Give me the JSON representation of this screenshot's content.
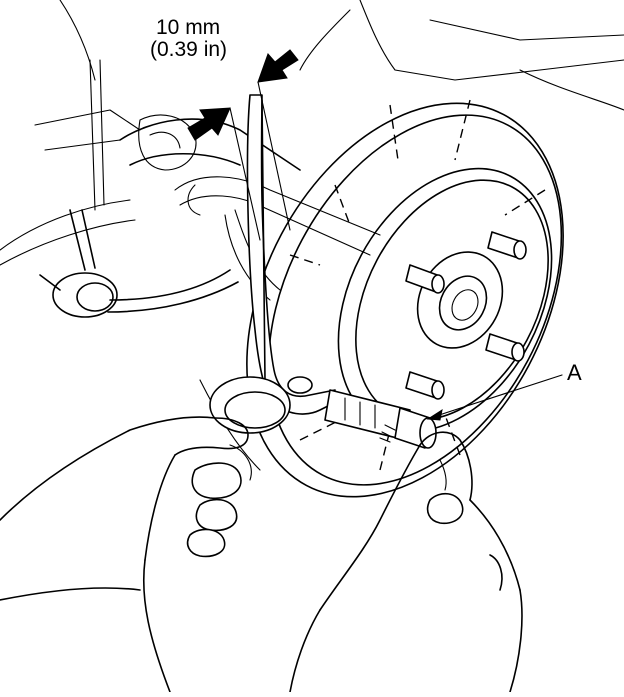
{
  "labels": {
    "thickness_mm": "10 mm",
    "thickness_in": "(0.39 in)",
    "callout": "A"
  },
  "colors": {
    "ink": "#000000",
    "paper": "#ffffff"
  }
}
